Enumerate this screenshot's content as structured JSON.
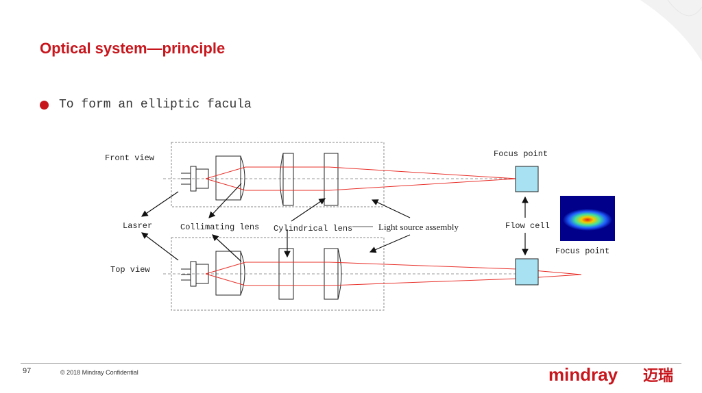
{
  "title": "Optical system—principle",
  "bullet": "To form an elliptic facula",
  "labels": {
    "front_view": "Front view",
    "top_view": "Top view",
    "laser": "Lasrer",
    "collimating": "Collimating lens",
    "cylindrical": "Cylindrical lens",
    "light_source": "Light source assembly",
    "focus_top": "Focus point",
    "flow_cell": "Flow cell",
    "focus_right": "Focus point"
  },
  "footer": {
    "page": "97",
    "copyright": "© 2018 Mindray Confidential",
    "logo_text": "mindray",
    "logo_cn": "迈瑞"
  },
  "colors": {
    "accent": "#c8161d",
    "beam": "#e8302a",
    "cell": "#a8e2f2"
  }
}
